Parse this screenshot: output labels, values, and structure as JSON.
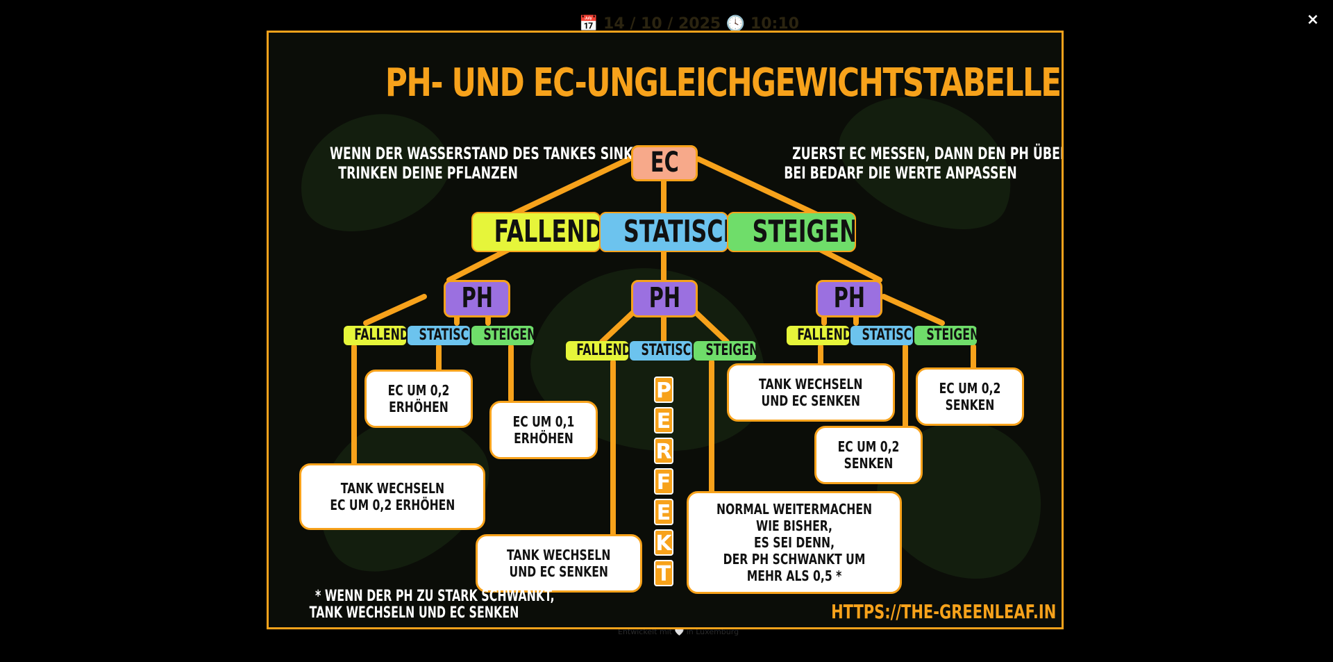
{
  "background": {
    "date_text": "📅 14 / 10 / 2025 🕓 10:10",
    "footer_text": "Entwickelt mit 🤍 in Luxemburg"
  },
  "lightbox": {
    "close_label": "×"
  },
  "infographic": {
    "title": "PH- UND EC-UNGLEICHGEWICHTSTABELLE (HYDRO)",
    "note_left_line1": "WENN DER WASSERSTAND DES TANKES SINKT,",
    "note_left_line2": "TRINKEN DEINE PFLANZEN",
    "note_right_line1": "ZUERST EC MESSEN, DANN DEN PH ÜBERPRÜFEN,",
    "note_right_line2": "BEI BEDARF DIE WERTE ANPASSEN",
    "root_label": "EC",
    "level1": [
      "FALLEND",
      "STATISCH",
      "STEIGEND"
    ],
    "ph_label": "PH",
    "sub_labels": [
      "FALLEND",
      "STATISCH",
      "STEIGEND"
    ],
    "results": {
      "l_fallend": "TANK WECHSELN\nEC UM 0,2 ERHÖHEN",
      "l_statisch": "EC UM 0,2 ERHÖHEN",
      "l_steigend": "EC UM 0,1 ERHÖHEN",
      "m_fallend": "TANK WECHSELN\nUND EC SENKEN",
      "m_steigend": "NORMAL WEITERMACHEN WIE BISHER,\nES SEI DENN,\nDER PH SCHWANKT UM MEHR ALS 0,5 *",
      "r_fallend": "TANK WECHSELN\nUND EC SENKEN",
      "r_statisch": "EC UM 0,2 SENKEN",
      "r_steigend": "EC UM 0,2 SENKEN"
    },
    "perfekt_letters": [
      "P",
      "E",
      "R",
      "F",
      "E",
      "K",
      "T"
    ],
    "footnote_line1": "* WENN DER PH ZU STARK SCHWANKT,",
    "footnote_line2": "TANK WECHSELN UND EC SENKEN",
    "url": "HTTPS://THE-GREENLEAF.IN",
    "colors": {
      "accent_orange": "#f7a21b",
      "fallend_yellow": "#e6f53a",
      "statisch_blue": "#6cc3ee",
      "steigend_green": "#6fdd6a",
      "ph_purple": "#9b70e0",
      "ec_salmon": "#f7a98a"
    }
  }
}
